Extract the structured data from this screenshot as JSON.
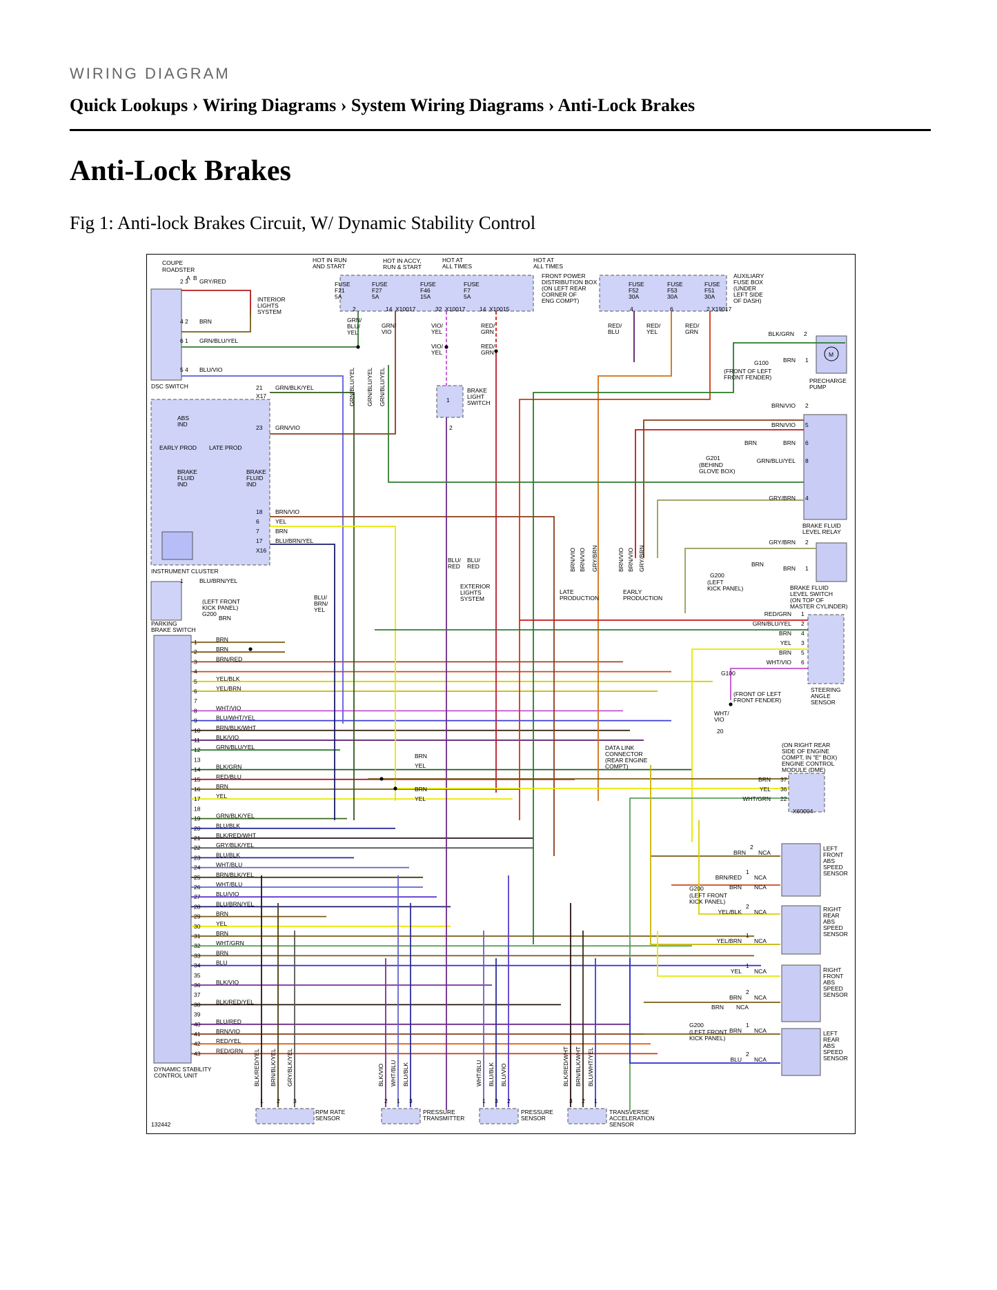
{
  "header": {
    "kicker": "WIRING DIAGRAM",
    "breadcrumb": [
      "Quick Lookups",
      "›",
      "Wiring Diagrams",
      "›",
      "System Wiring Diagrams",
      "›",
      "Anti-Lock Brakes"
    ]
  },
  "page_title": "Anti-Lock Brakes",
  "figure_caption": "Fig 1: Anti-lock Brakes Circuit, W/ Dynamic Stability Control",
  "diagram": {
    "figure_id": "132442",
    "legend": [
      "COUPE",
      "ROADSTER"
    ],
    "power_labels": [
      "HOT IN RUN",
      "AND START",
      "HOT IN ACCY,",
      "RUN & START",
      "HOT AT",
      "ALL TIMES",
      "HOT AT",
      "ALL TIMES"
    ],
    "fuses_front": [
      {
        "name": "FUSE",
        "id": "F21",
        "amp": "5A"
      },
      {
        "name": "FUSE",
        "id": "F27",
        "amp": "5A"
      },
      {
        "name": "FUSE",
        "id": "F46",
        "amp": "15A"
      },
      {
        "name": "FUSE",
        "id": "F7",
        "amp": "5A"
      }
    ],
    "fuses_aux": [
      {
        "name": "FUSE",
        "id": "F52",
        "amp": "30A"
      },
      {
        "name": "FUSE",
        "id": "F53",
        "amp": "30A"
      },
      {
        "name": "FUSE",
        "id": "F51",
        "amp": "30A"
      }
    ],
    "front_box_label": [
      "FRONT POWER",
      "DISTRIBUTION BOX",
      "(ON LEFT REAR",
      "CORNER OF",
      "ENG COMPT)"
    ],
    "aux_box_label": [
      "AUXILIARY",
      "FUSE BOX",
      "(UNDER",
      "LEFT SIDE",
      "OF DASH)"
    ],
    "connectors": [
      "X10017",
      "X10017",
      "X10015",
      "X19017",
      "X17",
      "X16",
      "X60004"
    ],
    "component_labels": {
      "dsc_switch": "DSC SWITCH",
      "interior_lights": [
        "INTERIOR",
        "LIGHTS",
        "SYSTEM"
      ],
      "instrument_cluster": "INSTRUMENT CLUSTER",
      "abs_ind": [
        "ABS",
        "IND"
      ],
      "early_prod": "EARLY PROD",
      "late_prod": "LATE PROD",
      "brake_fluid_ind": [
        "BRAKE",
        "FLUID",
        "IND"
      ],
      "parking_brake": [
        "PARKING",
        "BRAKE SWITCH"
      ],
      "brake_light_switch": [
        "BRAKE",
        "LIGHT",
        "SWITCH"
      ],
      "exterior_lights": [
        "EXTERIOR",
        "LIGHTS",
        "SYSTEM"
      ],
      "precharge_pump": [
        "PRECHARGE",
        "PUMP"
      ],
      "brake_fluid_relay": [
        "BRAKE FLUID",
        "LEVEL RELAY"
      ],
      "brake_fluid_switch": [
        "BRAKE FLUID",
        "LEVEL SWITCH",
        "(ON TOP OF",
        "MASTER CYLINDER)"
      ],
      "steering_angle": [
        "STEERING",
        "ANGLE",
        "SENSOR"
      ],
      "data_link": [
        "DATA LINK",
        "CONNECTOR",
        "(REAR ENGINE",
        "COMPT)"
      ],
      "ecm": [
        "(ON RIGHT REAR",
        "SIDE OF ENGINE",
        "COMPT, IN \"E\" BOX)",
        "ENGINE CONTROL",
        "MODULE (DME)"
      ],
      "dsc_unit": [
        "DYNAMIC STABILITY",
        "CONTROL UNIT"
      ],
      "lf_abs": [
        "LEFT",
        "FRONT",
        "ABS",
        "SPEED",
        "SENSOR"
      ],
      "rr_abs": [
        "RIGHT",
        "REAR",
        "ABS",
        "SPEED",
        "SENSOR"
      ],
      "rf_abs": [
        "RIGHT",
        "FRONT",
        "ABS",
        "SPEED",
        "SENSOR"
      ],
      "lr_abs": [
        "LEFT",
        "REAR",
        "ABS",
        "SPEED",
        "SENSOR"
      ],
      "rpm_sensor": [
        "RPM RATE",
        "SENSOR"
      ],
      "pressure_transmitter": [
        "PRESSURE",
        "TRANSMITTER"
      ],
      "pressure_sensor": [
        "PRESSURE",
        "SENSOR"
      ],
      "transverse_sensor": [
        "TRANSVERSE",
        "ACCELERATION",
        "SENSOR"
      ],
      "late_production": [
        "LATE",
        "PRODUCTION"
      ],
      "early_production": [
        "EARLY",
        "PRODUCTION"
      ]
    },
    "grounds": [
      {
        "id": "G100",
        "loc": [
          "(FRONT OF LEFT",
          "FRONT FENDER)"
        ]
      },
      {
        "id": "G201",
        "loc": [
          "(BEHIND",
          "GLOVE BOX)"
        ]
      },
      {
        "id": "G200",
        "loc": [
          "(LEFT",
          "KICK PANEL)"
        ]
      },
      {
        "id": "G200",
        "loc": [
          "(LEFT FRONT",
          "KICK PANEL)"
        ]
      },
      {
        "id": "G100",
        "loc": [
          "(FRONT OF LEFT",
          "FRONT FENDER)"
        ]
      }
    ],
    "dsc_pins": [
      {
        "pin": "1",
        "wire": "BRN",
        "color": "#7a5a14"
      },
      {
        "pin": "2",
        "wire": "BRN",
        "color": "#7a5a14"
      },
      {
        "pin": "3",
        "wire": "BRN/RED",
        "color": "#a3451c"
      },
      {
        "pin": "4",
        "wire": "",
        "color": "#c94a1d"
      },
      {
        "pin": "5",
        "wire": "YEL/BLK",
        "color": "#d6d100"
      },
      {
        "pin": "6",
        "wire": "YEL/BRN",
        "color": "#c9b400"
      },
      {
        "pin": "7",
        "wire": "",
        "color": ""
      },
      {
        "pin": "8",
        "wire": "WHT/VIO",
        "color": "#c24fd1"
      },
      {
        "pin": "9",
        "wire": "BLU/WHT/YEL",
        "color": "#3b3bd8"
      },
      {
        "pin": "10",
        "wire": "BRN/BLK/WHT",
        "color": "#3a2a1a"
      },
      {
        "pin": "11",
        "wire": "BLK/VIO",
        "color": "#5a1a6a"
      },
      {
        "pin": "12",
        "wire": "GRN/BLU/YEL",
        "color": "#2f7a2f"
      },
      {
        "pin": "13",
        "wire": "",
        "color": ""
      },
      {
        "pin": "14",
        "wire": "BLK/GRN",
        "color": "#1d5a1d"
      },
      {
        "pin": "15",
        "wire": "RED/BLU",
        "color": "#b8182a"
      },
      {
        "pin": "16",
        "wire": "BRN",
        "color": "#7a5a14"
      },
      {
        "pin": "17",
        "wire": "YEL",
        "color": "#e8e800"
      },
      {
        "pin": "18",
        "wire": "",
        "color": ""
      },
      {
        "pin": "19",
        "wire": "GRN/BLK/YEL",
        "color": "#3a6a1a"
      },
      {
        "pin": "20",
        "wire": "BLU/BLK",
        "color": "#2a2a9a"
      },
      {
        "pin": "21",
        "wire": "BLK/RED/WHT",
        "color": "#2a1010"
      },
      {
        "pin": "22",
        "wire": "GRY/BLK/YEL",
        "color": "#555555"
      },
      {
        "pin": "23",
        "wire": "BLU/BLK",
        "color": "#2a2a9a"
      },
      {
        "pin": "24",
        "wire": "WHT/BLU",
        "color": "#6060d0"
      },
      {
        "pin": "25",
        "wire": "BRN/BLK/YEL",
        "color": "#4a3a10"
      },
      {
        "pin": "26",
        "wire": "WHT/BLU",
        "color": "#6060d0"
      },
      {
        "pin": "27",
        "wire": "BLU/VIO",
        "color": "#5a3ad0"
      },
      {
        "pin": "28",
        "wire": "BLU/BRN/YEL",
        "color": "#1a1a6a"
      },
      {
        "pin": "29",
        "wire": "BRN",
        "color": "#7a5a14"
      },
      {
        "pin": "30",
        "wire": "YEL",
        "color": "#e8e800"
      },
      {
        "pin": "31",
        "wire": "BRN",
        "color": "#7a5a14"
      },
      {
        "pin": "32",
        "wire": "WHT/GRN",
        "color": "#5aa05a"
      },
      {
        "pin": "33",
        "wire": "BRN",
        "color": "#7a5a14"
      },
      {
        "pin": "34",
        "wire": "BLU",
        "color": "#2a2ad0"
      },
      {
        "pin": "35",
        "wire": "",
        "color": ""
      },
      {
        "pin": "36",
        "wire": "BLK/VIO",
        "color": "#7a2a9a"
      },
      {
        "pin": "37",
        "wire": "",
        "color": ""
      },
      {
        "pin": "38",
        "wire": "BLK/RED/YEL",
        "color": "#2a1010"
      },
      {
        "pin": "39",
        "wire": "",
        "color": ""
      },
      {
        "pin": "40",
        "wire": "BLU/RED",
        "color": "#6a2a8a"
      },
      {
        "pin": "41",
        "wire": "BRN/VIO",
        "color": "#8a3a1a"
      },
      {
        "pin": "42",
        "wire": "RED/YEL",
        "color": "#e06010"
      },
      {
        "pin": "43",
        "wire": "RED/GRN",
        "color": "#c83a10"
      }
    ],
    "left_wires": [
      {
        "pins": "2 3",
        "wire": "GRY/RED"
      },
      {
        "pins": "4 2",
        "wire": "BRN"
      },
      {
        "pins": "6 1",
        "wire": "GRN/BLU/YEL"
      },
      {
        "pins": "5 4",
        "wire": "BLU/VIO"
      },
      {
        "pins": "21",
        "wire": "GRN/BLK/YEL"
      },
      {
        "pins": "23",
        "wire": "GRN/VIO"
      },
      {
        "pins": "18",
        "wire": "BRN/VIO"
      },
      {
        "pins": "6",
        "wire": "YEL"
      },
      {
        "pins": "7",
        "wire": "BRN"
      },
      {
        "pins": "17",
        "wire": "BLU/BRN/YEL"
      },
      {
        "pins": "1",
        "wire": "BLU/BRN/YEL"
      }
    ],
    "top_wires": [
      "GRN/",
      "BLU/",
      "YEL",
      "GRN/",
      "VIO",
      "VIO/",
      "YEL",
      "RED/",
      "GRN",
      "RED/",
      "BLU",
      "RED/",
      "YEL",
      "RED/",
      "GRN"
    ],
    "pins_top": [
      "2",
      "14",
      "32",
      "14",
      "4",
      "6",
      "2"
    ],
    "right_labels": [
      {
        "wire": "BLK/GRN",
        "pin": "2"
      },
      {
        "wire": "BRN",
        "pin": "1"
      },
      {
        "wire": "BRN/VIO",
        "pin": "2"
      },
      {
        "wire": "BRN/VIO",
        "pin": "5"
      },
      {
        "wire": "BRN",
        "pin": "6"
      },
      {
        "wire": "GRN/BLU/YEL",
        "pin": "8"
      },
      {
        "wire": "GRY/BRN",
        "pin": "4"
      },
      {
        "wire": "GRY/BRN",
        "pin": "2"
      },
      {
        "wire": "BRN",
        "pin": "1"
      },
      {
        "wire": "RED/GRN",
        "pin": "1"
      },
      {
        "wire": "GRN/BLU/YEL",
        "pin": "2"
      },
      {
        "wire": "BRN",
        "pin": "4"
      },
      {
        "wire": "YEL",
        "pin": "3"
      },
      {
        "wire": "BRN",
        "pin": "5"
      },
      {
        "wire": "WHT/VIO",
        "pin": "6"
      },
      {
        "wire": "BRN",
        "pin": "37"
      },
      {
        "wire": "YEL",
        "pin": "36"
      },
      {
        "wire": "WHT/GRN",
        "pin": "22"
      }
    ],
    "sensor_pins": [
      {
        "wire": "BRN",
        "pin": "2",
        "nca": "NCA"
      },
      {
        "wire": "BRN/RED",
        "pin": "1",
        "nca": "NCA"
      },
      {
        "wire": "BRN",
        "pin": "",
        "nca": "NCA"
      },
      {
        "wire": "YEL/BLK",
        "pin": "2",
        "nca": "NCA"
      },
      {
        "wire": "YEL/BRN",
        "pin": "1",
        "nca": "NCA"
      },
      {
        "wire": "YEL",
        "pin": "1",
        "nca": "NCA"
      },
      {
        "wire": "BRN",
        "pin": "2",
        "nca": "NCA"
      },
      {
        "wire": "BRN",
        "pin": "",
        "nca": "NCA"
      },
      {
        "wire": "BRN",
        "pin": "1",
        "nca": "NCA"
      },
      {
        "wire": "BLU",
        "pin": "2",
        "nca": "NCA"
      }
    ],
    "bottom_wires": [
      {
        "wire": "BLK/RED/YEL",
        "pin": "1"
      },
      {
        "wire": "BRN/BLK/YEL",
        "pin": "2"
      },
      {
        "wire": "GRY/BLK/YEL",
        "pin": "3"
      },
      {
        "wire": "BLK/VIO",
        "pin": "2"
      },
      {
        "wire": "WHT/BLU",
        "pin": "1"
      },
      {
        "wire": "BLU/BLK",
        "pin": "3"
      },
      {
        "wire": "WHT/BLU",
        "pin": "1"
      },
      {
        "wire": "BLU/BLK",
        "pin": "3"
      },
      {
        "wire": "BLU/VIO",
        "pin": "2"
      },
      {
        "wire": "BLK/RED/WHT",
        "pin": "3"
      },
      {
        "wire": "BRN/BLK/WHT",
        "pin": "2"
      },
      {
        "wire": "BLU/WHT/YEL",
        "pin": "1"
      }
    ],
    "misc_text": {
      "blu_red": [
        "BLU/",
        "RED"
      ],
      "blu_brn_yel": [
        "BLU/",
        "BRN/",
        "YEL"
      ],
      "left_front_kick": [
        "(LEFT FRONT",
        "KICK PANEL)"
      ],
      "brn": "BRN",
      "yel": "YEL",
      "wht_vio": [
        "WHT/",
        "VIO"
      ],
      "pin20": "20",
      "vertical_grn": [
        "GRN/BLU/YEL",
        "GRN/BLU/YEL",
        "GRN/BLU/YEL"
      ],
      "vertical_relay": [
        "BRN/VIO",
        "BRN/VIO",
        "GRY/BRN",
        "BRN/VIO",
        "BRN/VIO",
        "GRY/BRN"
      ],
      "ab": [
        "A",
        "B"
      ],
      "pin1": "1",
      "pin2": "2",
      "pin3": "3"
    }
  }
}
